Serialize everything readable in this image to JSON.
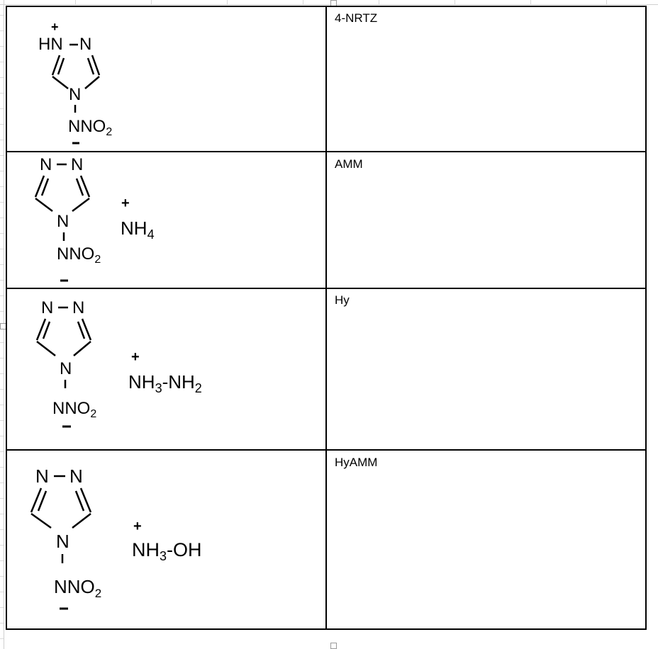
{
  "rows": [
    {
      "label": "4-NRTZ",
      "atoms": {
        "n1": "HN",
        "n2": "N",
        "n4": "N",
        "nno": "NNO",
        "sub": "2",
        "plus": "+",
        "minus": "−"
      }
    },
    {
      "label": "AMM",
      "atoms": {
        "n1": "N",
        "n2": "N",
        "n4": "N",
        "nno": "NNO",
        "sub": "2",
        "minus": "−"
      },
      "cation": {
        "plus": "+",
        "main": "NH",
        "sub": "4",
        "tail": ""
      }
    },
    {
      "label": "Hy",
      "atoms": {
        "n1": "N",
        "n2": "N",
        "n4": "N",
        "nno": "NNO",
        "sub": "2",
        "minus": "−"
      },
      "cation": {
        "plus": "+",
        "main": "NH",
        "sub": "3",
        "tail": "-NH",
        "sub2": "2"
      }
    },
    {
      "label": "HyAMM",
      "atoms": {
        "n1": "N",
        "n2": "N",
        "n4": "N",
        "nno": "NNO",
        "sub": "2",
        "minus": "−"
      },
      "cation": {
        "plus": "+",
        "main": "NH",
        "sub": "3",
        "tail": "-OH"
      }
    }
  ]
}
